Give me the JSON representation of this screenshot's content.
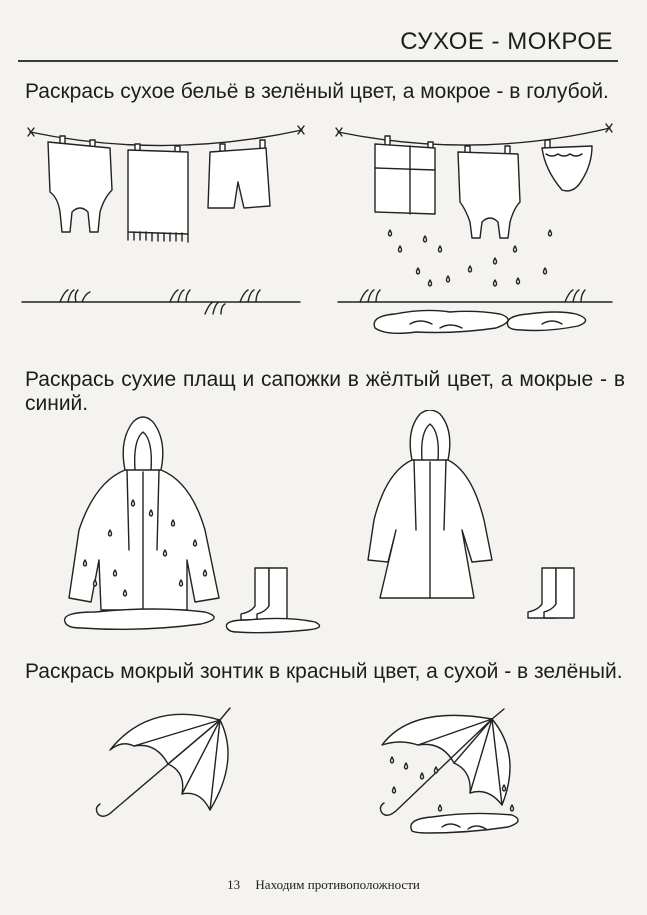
{
  "header": {
    "title": "СУХОЕ - МОКРОЕ"
  },
  "tasks": [
    {
      "text": "Раскрась сухое бельё в зелёный цвет, а мокрое - в голубой."
    },
    {
      "text": "Раскрась сухие плащ и сапожки в жёлтый цвет, а мокрые - в синий."
    },
    {
      "text": "Раскрась мокрый зонтик в красный цвет, а сухой - в зелёный."
    }
  ],
  "footer": {
    "page_number": "13",
    "book_title": "Находим противоположности"
  }
}
